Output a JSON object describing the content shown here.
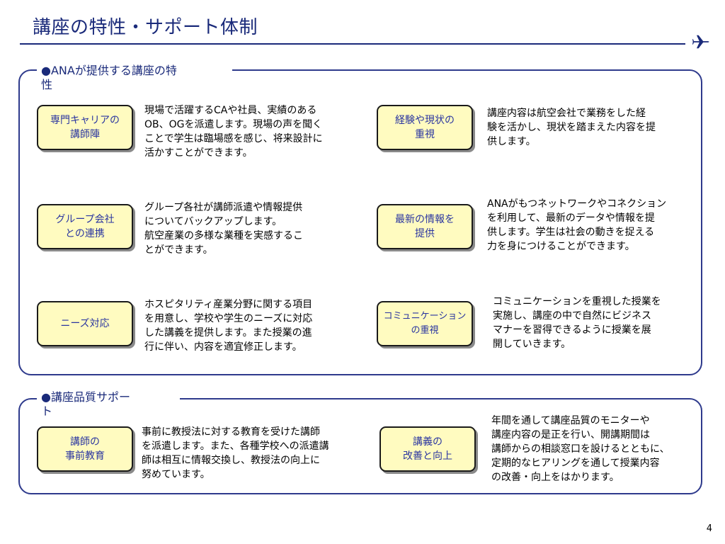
{
  "title": "講座の特性・サポート体制",
  "section1": {
    "label": "●ANAが提供する講座の特\n性",
    "items": [
      {
        "pill": "専門キャリアの\n講師陣",
        "desc": "現場で活躍するCAや社員、実績のある\nOB、OGを派遣します。現場の声を聞く\nことで学生は臨場感を感じ、将来設計に\n活かすことができます。"
      },
      {
        "pill": "経験や現状の\n重視",
        "desc": "講座内容は航空会社で業務をした経\n験を活かし、現状を踏まえた内容を提\n供します。"
      },
      {
        "pill": "グループ会社\nとの連携",
        "desc": "グループ各社が講師派遣や情報提供\nについてバックアップします。\n航空産業の多様な業種を実感するこ\nとができます。"
      },
      {
        "pill": "最新の情報を\n提供",
        "desc": "ANAがもつネットワークやコネクション\nを利用して、最新のデータや情報を提\n供します。学生は社会の動きを捉える\n力を身につけることができます。"
      },
      {
        "pill": "ニーズ対応",
        "desc": "ホスピタリティ産業分野に関する項目\nを用意し、学校や学生のニーズに対応\nした講義を提供します。また授業の進\n行に伴い、内容を適宜修正します。"
      },
      {
        "pill": "コミュニケーション\nの重視",
        "desc": "コミュニケーションを重視した授業を\n実施し、講座の中で自然にビジネス\nマナーを習得できるように授業を展\n開していきます。"
      }
    ]
  },
  "section2": {
    "label": "●講座品質サポー\nト",
    "items": [
      {
        "pill": "講師の\n事前教育",
        "desc": "事前に教授法に対する教育を受けた講師\nを派遣します。また、各種学校への派遣講\n師は相互に情報交換し、教授法の向上に\n努めています。"
      },
      {
        "pill": "講義の\n改善と向上",
        "desc": "年間を通して講座品質のモニターや\n講座内容の是正を行い、開講期間は\n講師からの相談窓口を設けるとともに、\n定期的なヒアリングを通して授業内容\nの改善・向上をはかります。"
      }
    ]
  },
  "page_number": "4",
  "icons": {
    "plane": "airplane-icon"
  },
  "colors": {
    "accent": "#1a2a7a",
    "pill_fill": "#fffbc0",
    "pill_text": "#2a35a0"
  }
}
